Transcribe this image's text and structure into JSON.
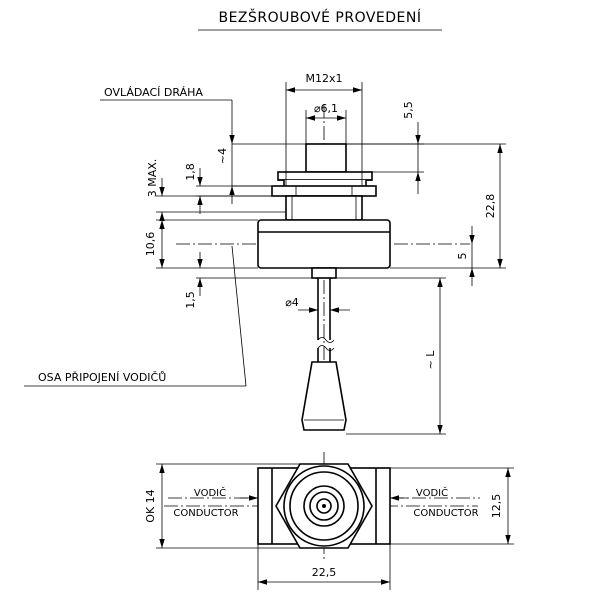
{
  "title": "BEZŠROUBOVÉ  PROVEDENÍ",
  "labels": {
    "travel": "OVLÁDACÍ  DRÁHA",
    "conductor_axis": "OSA  PŘIPOJENÍ  VODIČŮ",
    "vodic_left": "VODIČ",
    "conductor_left": "CONDUCTOR",
    "vodic_right": "VODIČ",
    "conductor_right": "CONDUCTOR"
  },
  "dimensions": {
    "thread": "M12x1",
    "plunger_diameter": "⌀6,1",
    "plunger_height": "5,5",
    "travel_approx": "~4",
    "nut_height": "1,8",
    "max_3": "3  MAX.",
    "total_height": "22,8",
    "body_height": "10,6",
    "body_lower": "5",
    "shaft_offset": "1,5",
    "wire_diameter": "⌀4",
    "lead_length": "~  L",
    "width_across_flats": "OK  14",
    "body_depth": "12,5",
    "body_width": "22,5"
  }
}
